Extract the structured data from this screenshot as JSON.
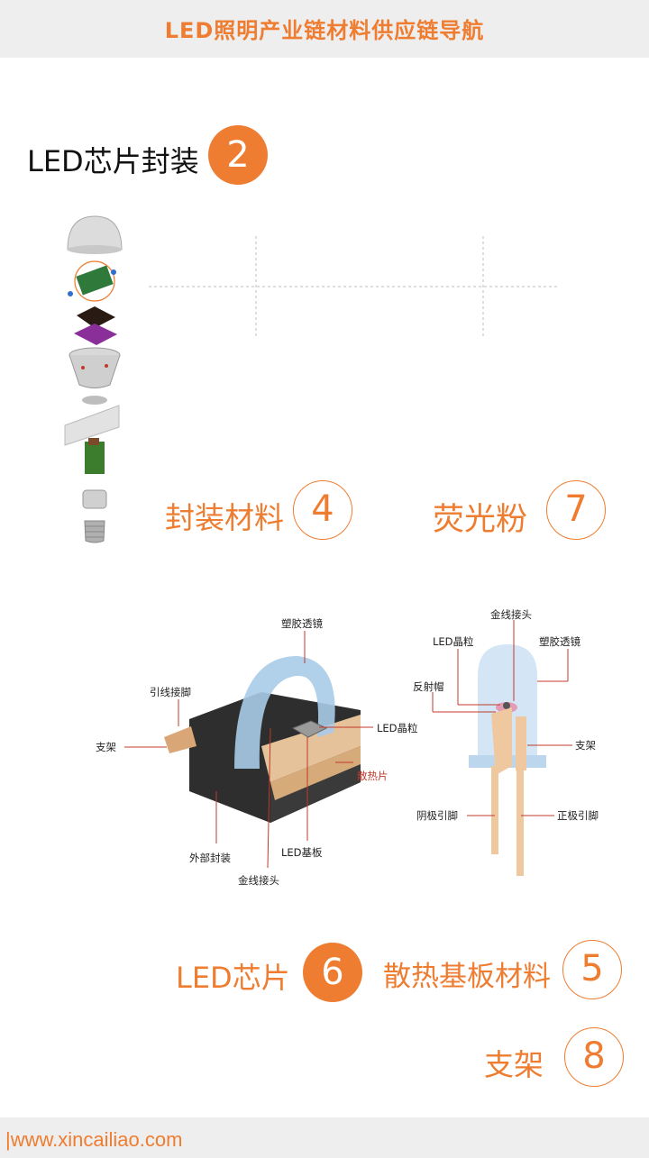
{
  "header": {
    "title": "LED照明产业链材料供应链导航"
  },
  "sections": {
    "chip_packaging": {
      "label": "LED芯片封装",
      "number": "2"
    },
    "packaging_materials": {
      "label": "封装材料",
      "number": "4"
    },
    "phosphor": {
      "label": "荧光粉",
      "number": "7"
    },
    "led_chip": {
      "label": "LED芯片",
      "number": "6"
    },
    "heat_substrate": {
      "label": "散热基板材料",
      "number": "5"
    },
    "bracket": {
      "label": "支架",
      "number": "8"
    }
  },
  "smd_diagram": {
    "lens": "塑胶透镜",
    "lead": "引线接脚",
    "bracket": "支架",
    "chip": "LED晶粒",
    "heatsink": "散热片",
    "outer": "外部封装",
    "substrate": "LED基板",
    "gold_wire": "金线接头"
  },
  "dip_diagram": {
    "gold_wire": "金线接头",
    "chip": "LED晶粒",
    "lens": "塑胶透镜",
    "reflector": "反射帽",
    "bracket": "支架",
    "cathode": "阴极引脚",
    "anode": "正极引脚"
  },
  "footer": {
    "url": "|www.xincailiao.com"
  },
  "colors": {
    "accent": "#ee7d31",
    "bar_bg": "#eeeeee",
    "callout_red": "#c0392b"
  }
}
